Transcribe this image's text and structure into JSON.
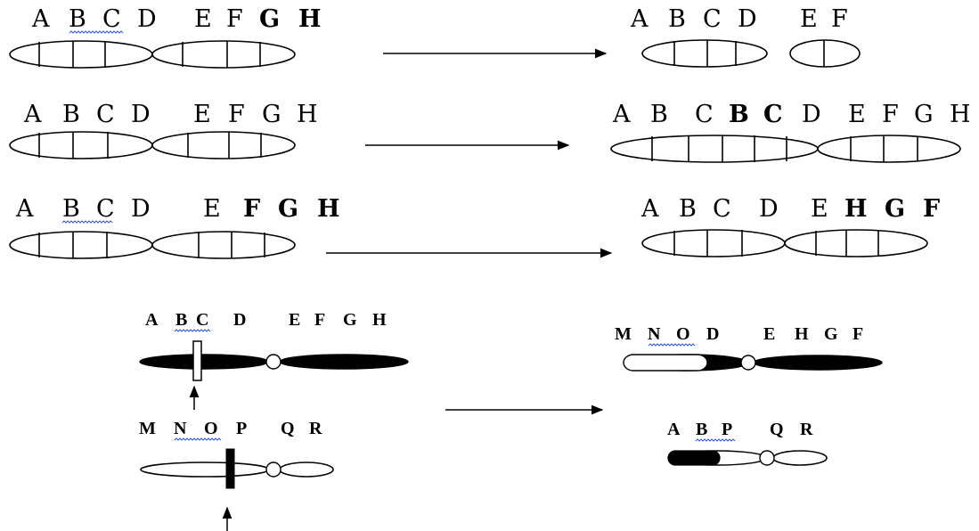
{
  "rows": [
    {
      "id": "deletion",
      "left_labels": [
        {
          "t": "A",
          "b": false
        },
        {
          "t": "B",
          "b": false
        },
        {
          "t": "C",
          "b": false
        },
        {
          "t": "D",
          "b": false
        },
        {
          "t": "E",
          "b": false
        },
        {
          "t": "F",
          "b": false
        },
        {
          "t": "G",
          "b": true
        },
        {
          "t": "H",
          "b": true
        }
      ],
      "right_labels": [
        {
          "t": "A",
          "b": false
        },
        {
          "t": "B",
          "b": false
        },
        {
          "t": "C",
          "b": false
        },
        {
          "t": "D",
          "b": false
        },
        {
          "t": "E",
          "b": false
        },
        {
          "t": "F",
          "b": false
        }
      ]
    },
    {
      "id": "duplication",
      "left_labels": [
        {
          "t": "A",
          "b": false
        },
        {
          "t": "B",
          "b": false
        },
        {
          "t": "C",
          "b": false
        },
        {
          "t": "D",
          "b": false
        },
        {
          "t": "E",
          "b": false
        },
        {
          "t": "F",
          "b": false
        },
        {
          "t": "G",
          "b": false
        },
        {
          "t": "H",
          "b": false
        }
      ],
      "right_labels": [
        {
          "t": "A",
          "b": false
        },
        {
          "t": "B",
          "b": false
        },
        {
          "t": "C",
          "b": false
        },
        {
          "t": "B",
          "b": true
        },
        {
          "t": "C",
          "b": true
        },
        {
          "t": "D",
          "b": false
        },
        {
          "t": "E",
          "b": false
        },
        {
          "t": "F",
          "b": false
        },
        {
          "t": "G",
          "b": false
        },
        {
          "t": "H",
          "b": false
        }
      ]
    },
    {
      "id": "inversion",
      "left_labels": [
        {
          "t": "A",
          "b": false
        },
        {
          "t": "B",
          "b": false
        },
        {
          "t": "C",
          "b": false
        },
        {
          "t": "D",
          "b": false
        },
        {
          "t": "E",
          "b": false
        },
        {
          "t": "F",
          "b": true
        },
        {
          "t": "G",
          "b": true
        },
        {
          "t": "H",
          "b": true
        }
      ],
      "right_labels": [
        {
          "t": "A",
          "b": false
        },
        {
          "t": "B",
          "b": false
        },
        {
          "t": "C",
          "b": false
        },
        {
          "t": "D",
          "b": false
        },
        {
          "t": "E",
          "b": false
        },
        {
          "t": "H",
          "b": true
        },
        {
          "t": "G",
          "b": true
        },
        {
          "t": "F",
          "b": true
        }
      ]
    }
  ],
  "translocation": {
    "top_left": [
      "A",
      "B",
      "C",
      "D",
      "E",
      "F",
      "G",
      "H"
    ],
    "bottom_left": [
      "M",
      "N",
      "O",
      "P",
      "Q",
      "R"
    ],
    "top_right": [
      "M",
      "N",
      "O",
      "D",
      "E",
      "H",
      "G",
      "F"
    ],
    "bottom_right": [
      "A",
      "B",
      "P",
      "Q",
      "R"
    ]
  }
}
